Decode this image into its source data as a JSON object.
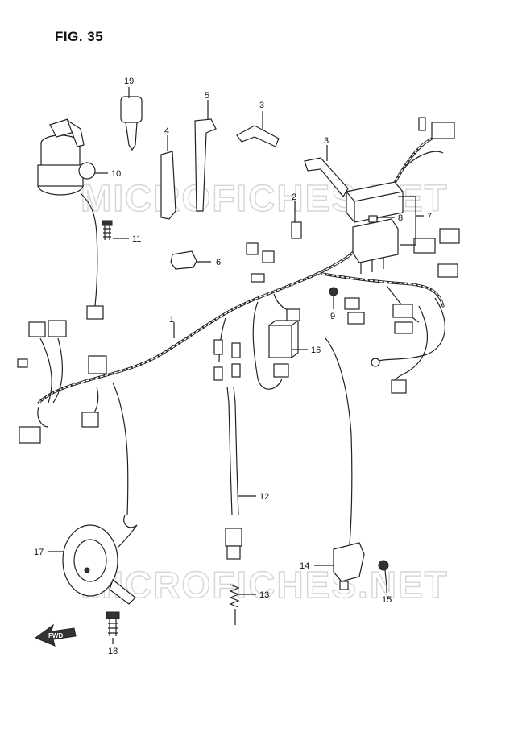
{
  "figure": {
    "title": "FIG. 35"
  },
  "watermark": {
    "text": "MICROFICHES.NET"
  },
  "fwd_label": "FWD",
  "callouts": [
    "1",
    "2",
    "3",
    "3",
    "4",
    "5",
    "6",
    "7",
    "8",
    "9",
    "10",
    "11",
    "12",
    "13",
    "14",
    "15",
    "16",
    "17",
    "18",
    "19"
  ]
}
